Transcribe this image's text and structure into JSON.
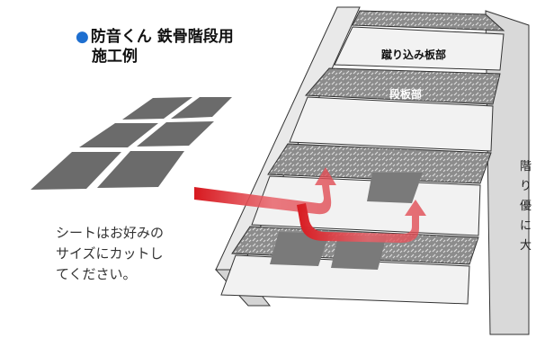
{
  "title": {
    "bullet": "●",
    "line1": "防音くん 鉄骨階段用",
    "line2": "施工例"
  },
  "labels": {
    "riser": "蹴り込み板部",
    "tread": "段板部"
  },
  "note": "シートはお好みの\nサイズにカットし\nてください。",
  "side_text": "階\nり\n優\nに\n大",
  "colors": {
    "sheet": "#6b6b6b",
    "arrow": "#d7191f",
    "stringer": "#e9e9e9",
    "plate": "#8f8f8f",
    "outline": "#333333"
  }
}
